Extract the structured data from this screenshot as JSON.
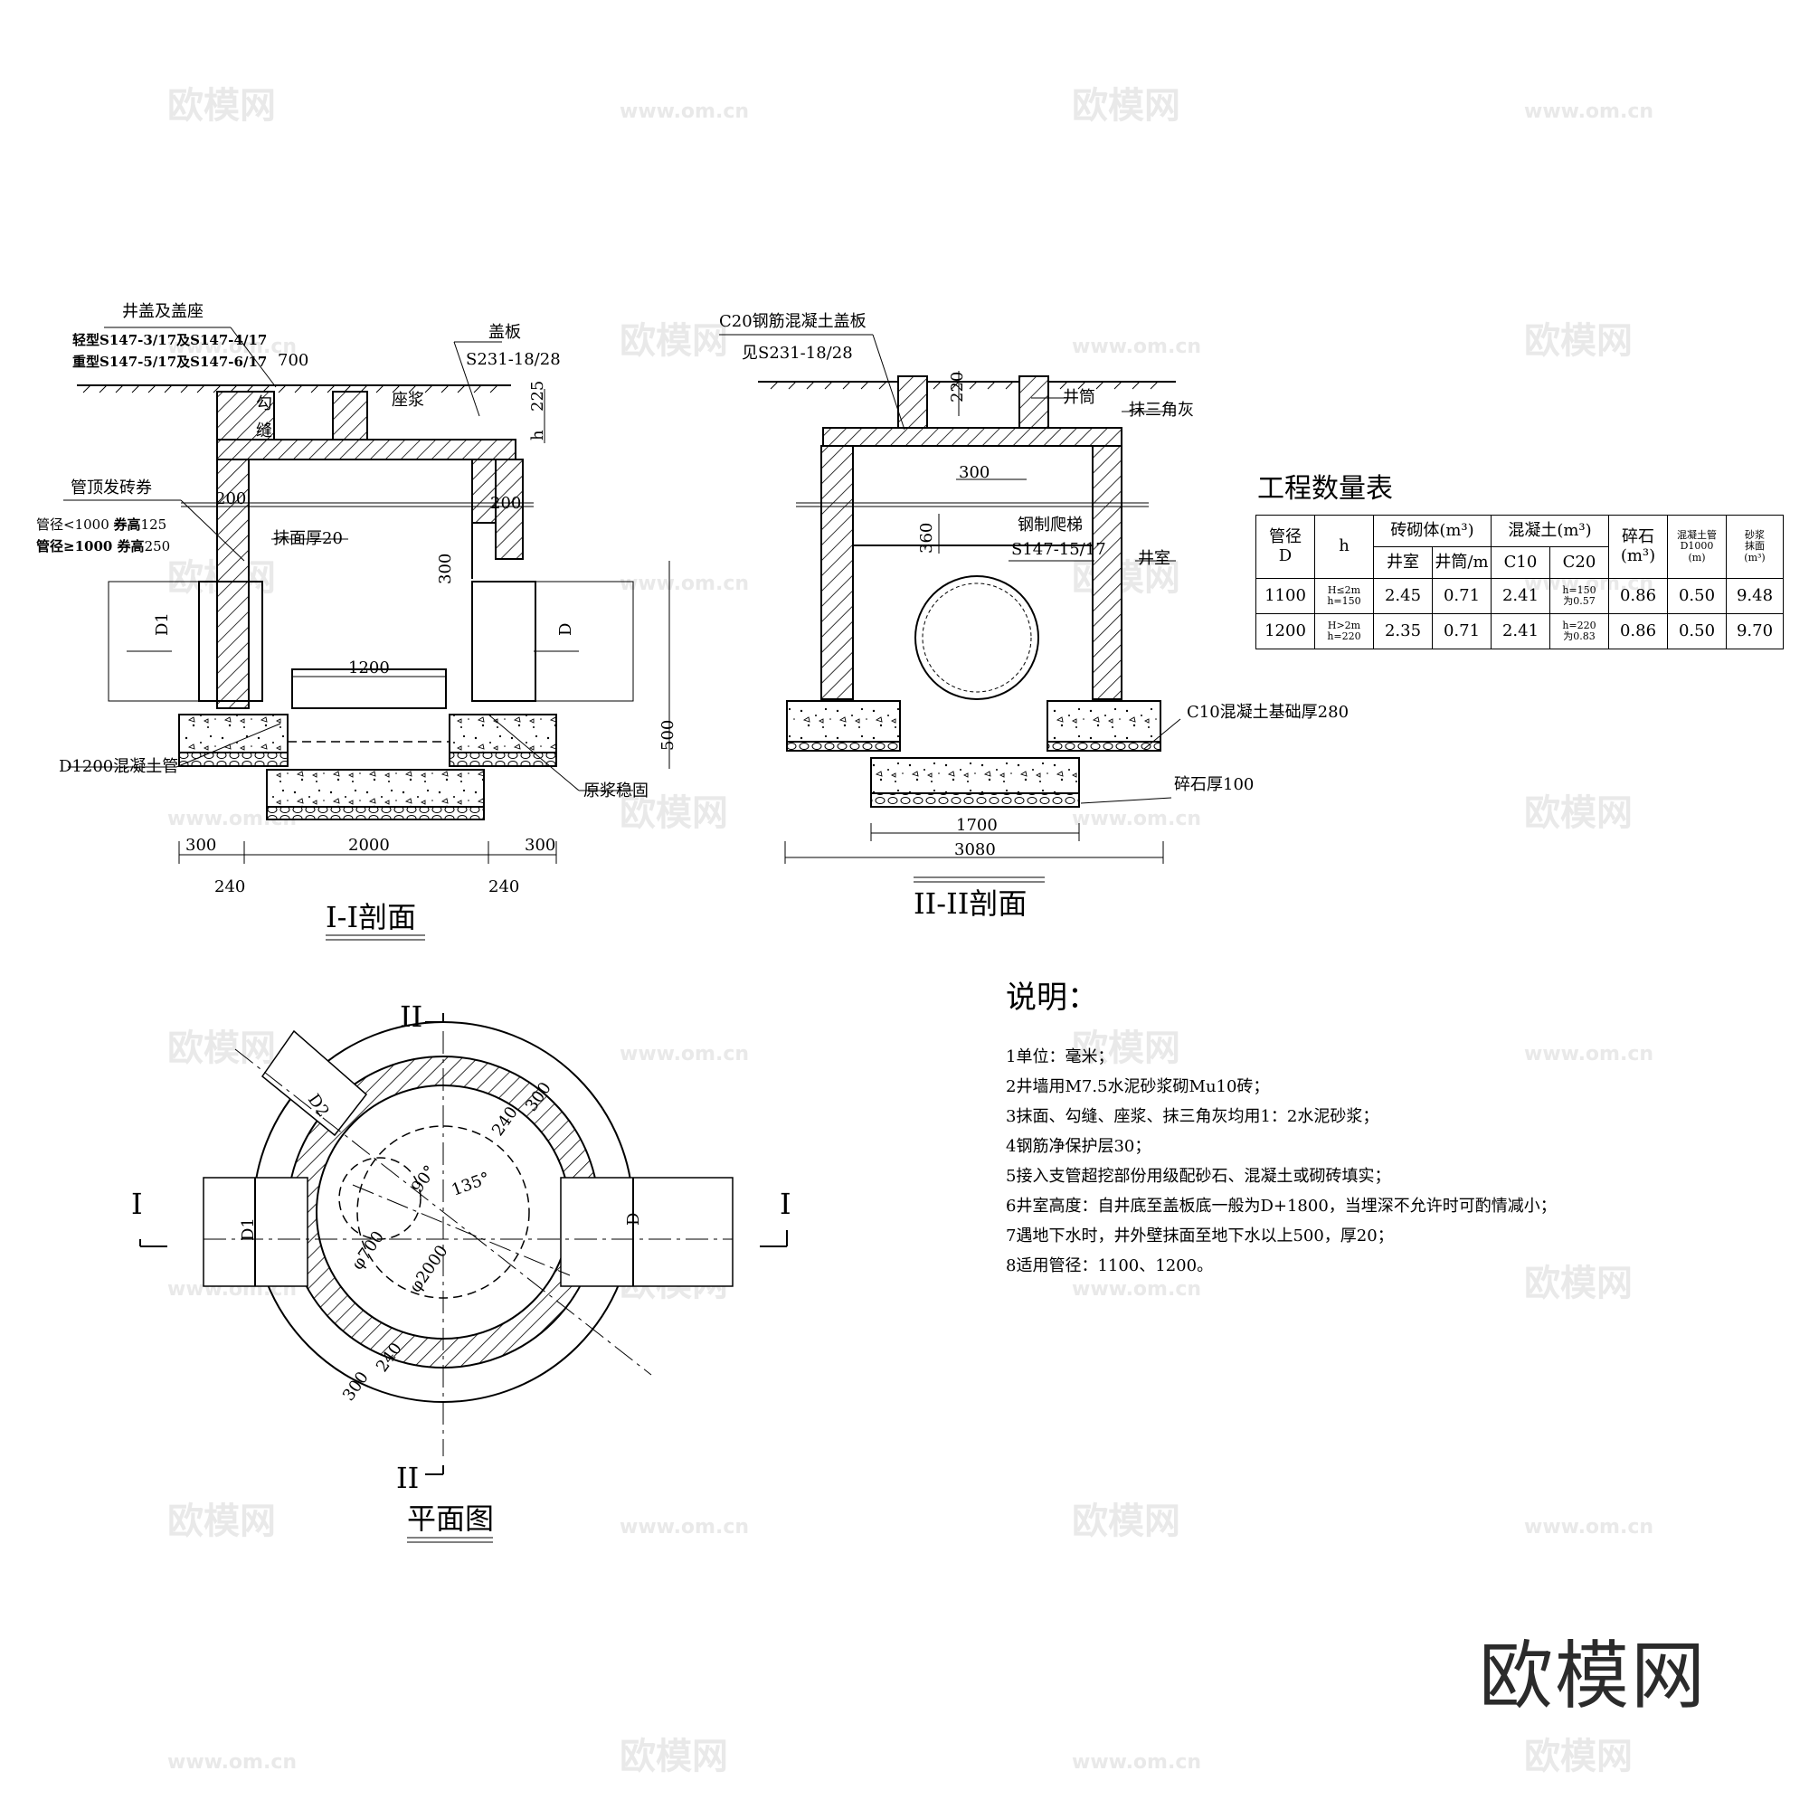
{
  "watermark": {
    "brand": "欧模网",
    "url": "www.om.cn"
  },
  "logo": "欧模网",
  "section1": {
    "title": "I-I剖面",
    "labels": {
      "cover_seat": "井盖及盖座",
      "light": "轻型S147-3/17及S147-4/17",
      "heavy": "重型S147-5/17及S147-6/17",
      "dim700": "700",
      "cover_plate": "盖板",
      "cover_ref": "S231-18/28",
      "seat_mortar": "座浆",
      "joint": "勾",
      "joint2": "缝",
      "h": "h",
      "dim225": "225",
      "arch": "管顶发砖券",
      "arch1a": "管径<1000 ",
      "arch1b": "券高",
      "arch1c": "125",
      "arch2a": "管径≥1000 ",
      "arch2b": "券高",
      "arch2c": "250",
      "dim200l": "200",
      "dim200r": "200",
      "plaster": "抹面厚20",
      "dim300": "300",
      "D1": "D1",
      "D": "D",
      "dim1200": "1200",
      "pipe": "D1200混凝土管",
      "fixed": "原浆稳固",
      "dim500": "500",
      "dim300a": "300",
      "dim2000": "2000",
      "dim300b": "300",
      "dim240a": "240",
      "dim240b": "240"
    }
  },
  "section2": {
    "title": "II-II剖面",
    "labels": {
      "slab": "C20钢筋混凝土盖板",
      "slab_ref": "见S231-18/28",
      "dim220": "220",
      "shaft": "井筒",
      "triangle": "抹三角灰",
      "dim300": "300",
      "ladder": "钢制爬梯",
      "ladder_ref": "S147-15/17",
      "dim360": "360",
      "chamber": "井室",
      "base": "C10混凝土基础厚280",
      "gravel": "碎石厚100",
      "dim1700": "1700",
      "dim3080": "3080"
    }
  },
  "plan": {
    "title": "平面图",
    "labels": {
      "sec1": "I",
      "sec2": "II",
      "D1": "D1",
      "D": "D",
      "D2": "D2",
      "d300a": "300",
      "d240a": "240",
      "d300b": "300",
      "d240b": "240",
      "a90": "90°",
      "a135": "135°",
      "phi700": "φ700",
      "phi2000": "φ2000"
    }
  },
  "table": {
    "title": "工程数量表",
    "headers": {
      "pipe_dia": "管径",
      "D": "D",
      "h": "h",
      "masonry": "砖砌体(m³)",
      "chamber": "井室",
      "shaft": "井筒/m",
      "concrete": "混凝土(m³)",
      "c10": "C10",
      "c20": "C20",
      "gravel": "碎石",
      "gravel_unit": "(m³)",
      "pipe_len": "混凝土管",
      "pipe_len2": "D1000",
      "pipe_len_unit": "(m)",
      "mortar": "砂浆",
      "mortar2": "抹面",
      "mortar_unit": "(m³)"
    },
    "rows": [
      {
        "D": "1100",
        "h1": "H≤2m",
        "h2": "h=150",
        "chamber": "2.45",
        "shaft": "0.71",
        "c10": "2.41",
        "c20a": "h=150",
        "c20b": "为0.57",
        "gravel": "0.86",
        "pipe": "0.50",
        "mortar": "9.48"
      },
      {
        "D": "1200",
        "h1": "H>2m",
        "h2": "h=220",
        "chamber": "2.35",
        "shaft": "0.71",
        "c10": "2.41",
        "c20a": "h=220",
        "c20b": "为0.83",
        "gravel": "0.86",
        "pipe": "0.50",
        "mortar": "9.70"
      }
    ]
  },
  "notes": {
    "title": "说明：",
    "items": [
      "1单位：毫米；",
      "2井墙用M7.5水泥砂浆砌Mu10砖；",
      "3抹面、勾缝、座浆、抹三角灰均用1：2水泥砂浆；",
      "4钢筋净保护层30；",
      "5接入支管超挖部份用级配砂石、混凝土或砌砖填实；",
      "6井室高度：自井底至盖板底一般为D+1800，当埋深不允许时可酌情减小；",
      "7遇地下水时，井外壁抹面至地下水以上500，厚20；",
      "8适用管径：1100、1200。"
    ]
  }
}
